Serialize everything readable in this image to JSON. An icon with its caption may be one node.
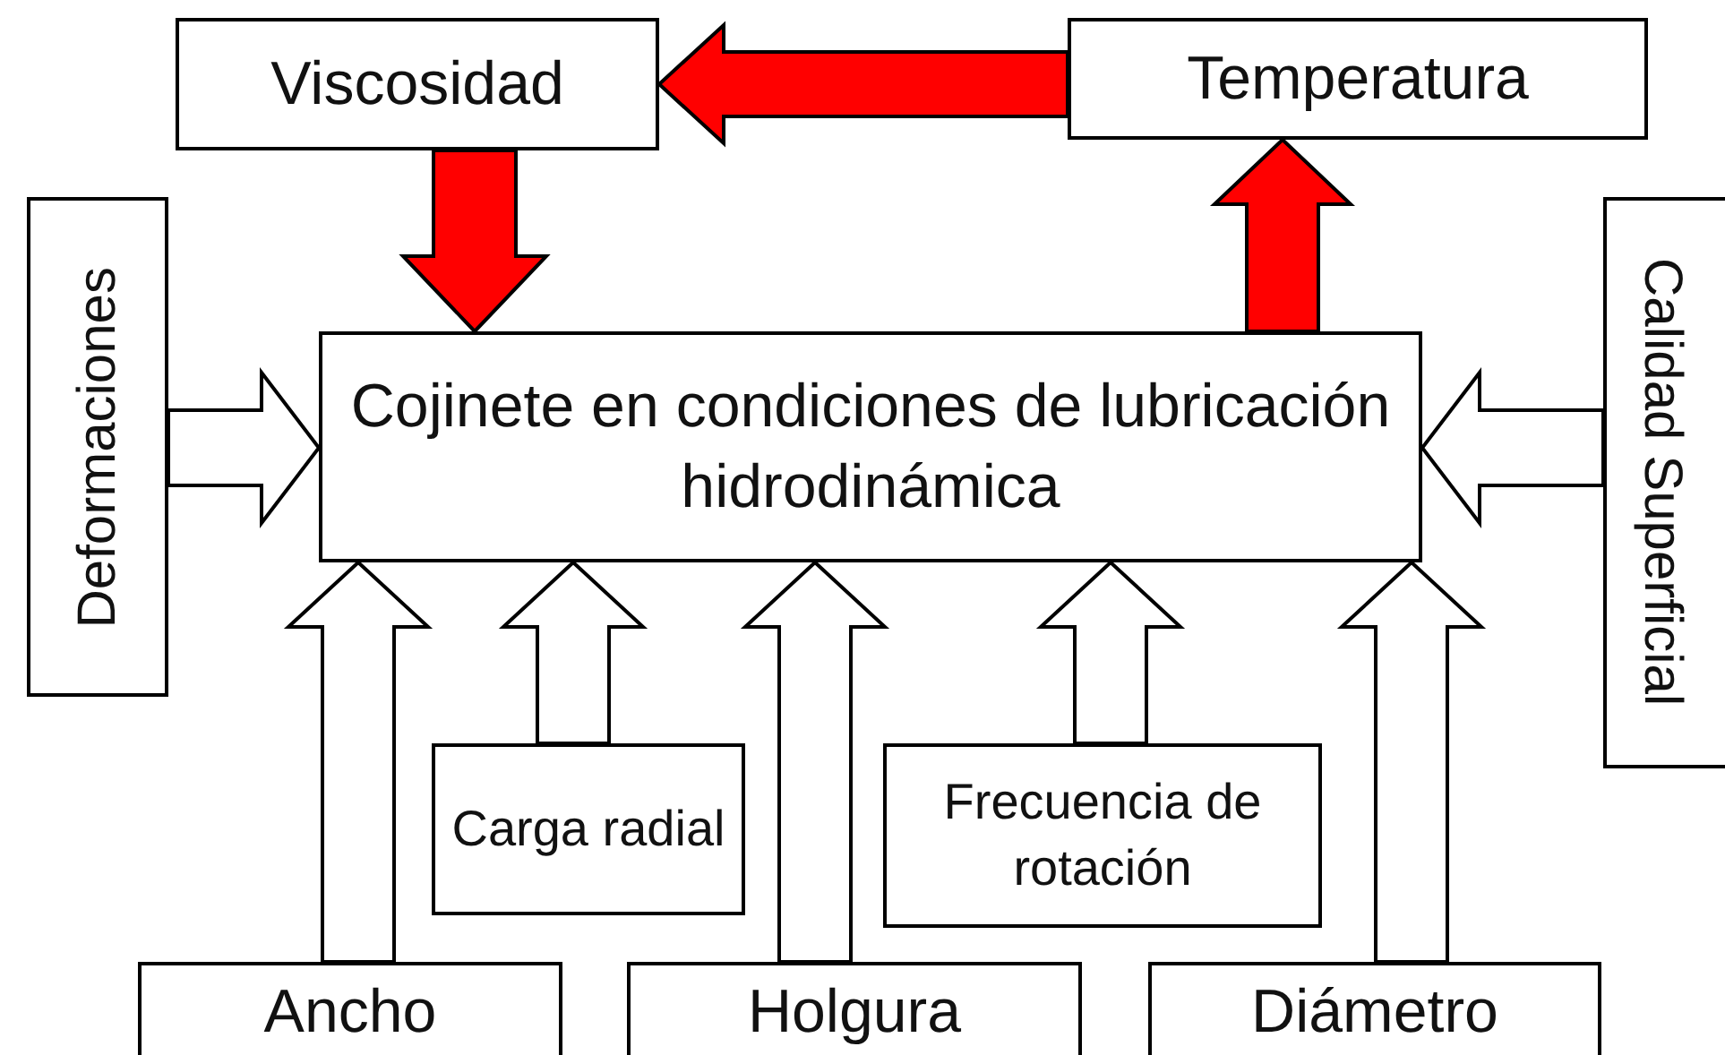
{
  "diagram": {
    "nodes": [
      {
        "text": [
          "Viscosidad"
        ]
      },
      {
        "text": [
          "Temperatura"
        ]
      },
      {
        "text": [
          "Deformaciones"
        ]
      },
      {
        "text": [
          "Cojinete en condiciones de lubricación hidrodinámica"
        ]
      },
      {
        "text": [
          "Calidad Superficial"
        ]
      },
      {
        "text": [
          "Carga radial"
        ]
      },
      {
        "text": [
          "Frecuencia de rotación"
        ]
      },
      {
        "text": [
          "Ancho"
        ]
      },
      {
        "text": [
          "Holgura"
        ]
      },
      {
        "text": [
          "Diámetro"
        ]
      }
    ],
    "edges": [
      {
        "from": 1,
        "to": 0,
        "arrow": "to",
        "color": "#ff0000"
      },
      {
        "from": 0,
        "to": 3,
        "arrow": "to",
        "color": "#ff0000"
      },
      {
        "from": 3,
        "to": 1,
        "arrow": "to",
        "color": "#ff0000"
      },
      {
        "from": 2,
        "to": 3,
        "arrow": "to"
      },
      {
        "from": 4,
        "to": 3,
        "arrow": "to"
      },
      {
        "from": 7,
        "to": 3,
        "arrow": "to"
      },
      {
        "from": 5,
        "to": 3,
        "arrow": "to"
      },
      {
        "from": 8,
        "to": 3,
        "arrow": "to"
      },
      {
        "from": 6,
        "to": 3,
        "arrow": "to"
      },
      {
        "from": 9,
        "to": 3,
        "arrow": "to"
      }
    ]
  }
}
